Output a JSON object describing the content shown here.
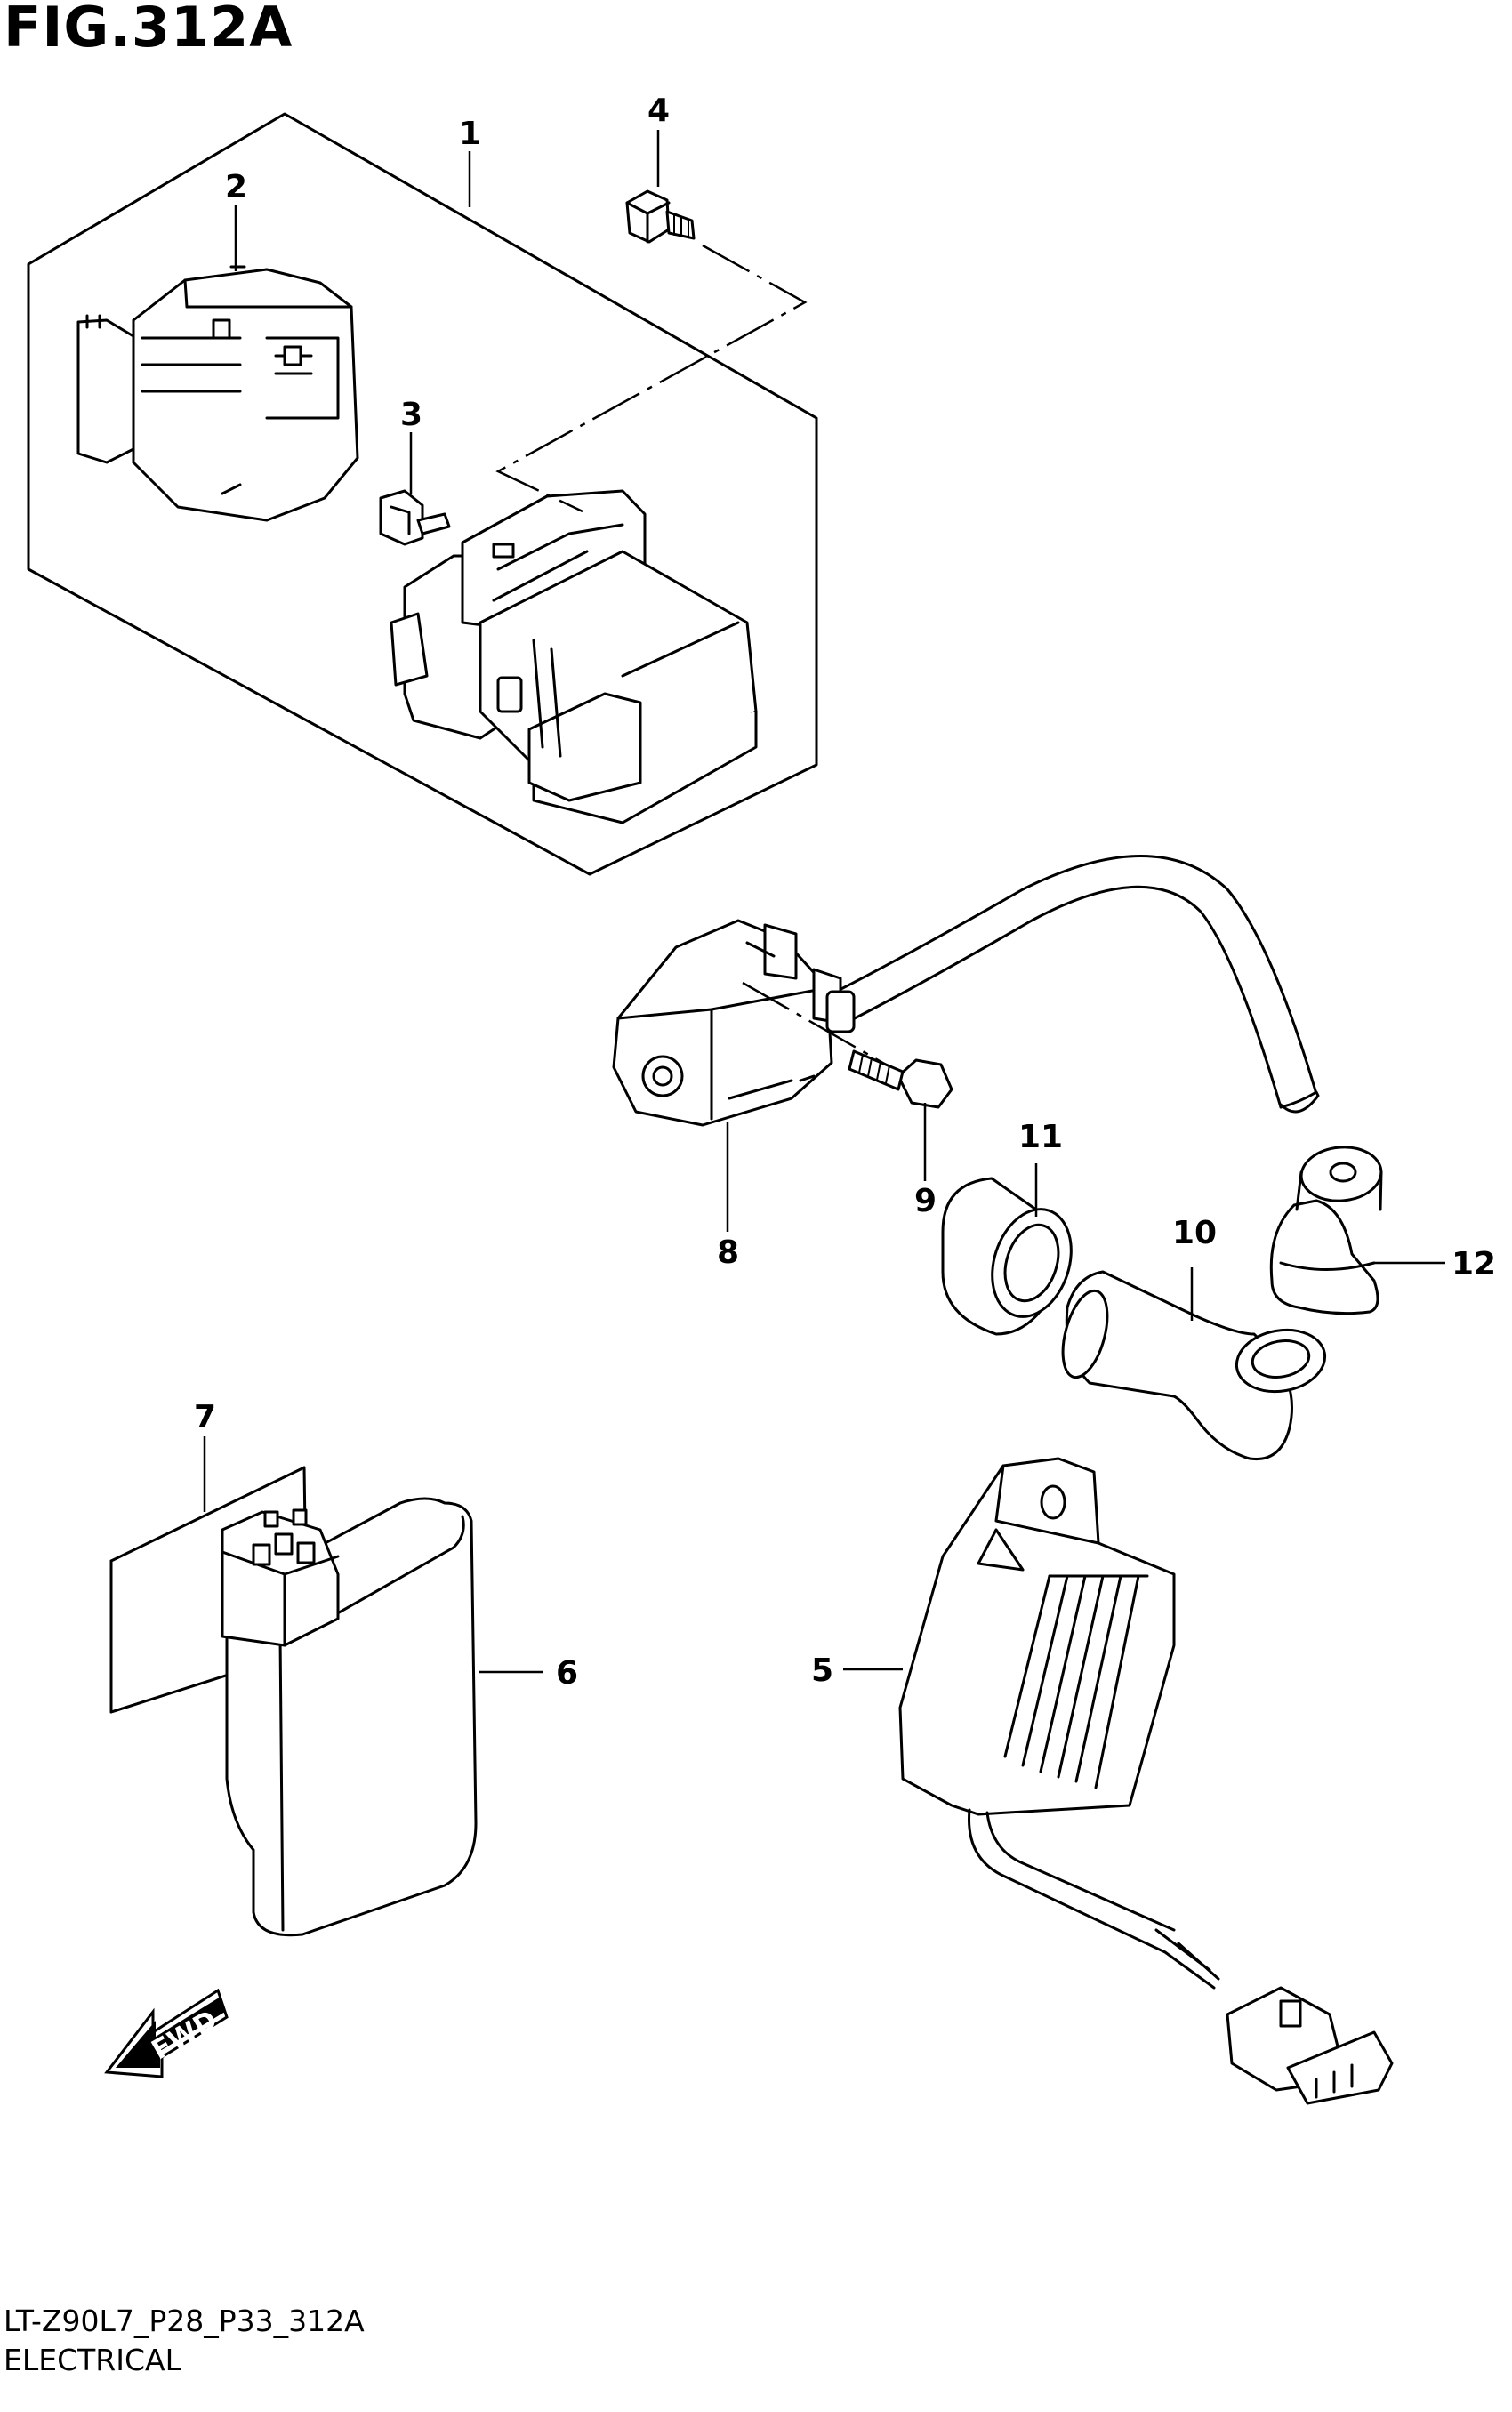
{
  "figure": {
    "title": "FIG.312A",
    "code": "LT-Z90L7_P28_P33_312A",
    "name": "ELECTRICAL"
  },
  "callouts": {
    "c1": "1",
    "c2": "2",
    "c3": "3",
    "c4": "4",
    "c5": "5",
    "c6": "6",
    "c7": "7",
    "c8": "8",
    "c9": "9",
    "c10": "10",
    "c11": "11",
    "c12": "12"
  },
  "direction": {
    "label": "FWD"
  },
  "icons": {
    "relay_assembly": "starter-relay-icon",
    "relay_cover": "relay-cover-icon",
    "fuse": "fuse-icon",
    "bolt": "bolt-icon",
    "regulator": "regulator-rectifier-icon",
    "cdi_unit": "cdi-unit-icon",
    "cushion": "cushion-pad-icon",
    "ignition_coil": "ignition-coil-icon",
    "coil_screw": "screw-icon",
    "plug_cap": "spark-plug-cap-icon",
    "seal": "seal-ring-icon",
    "cap_cover": "cap-cover-icon",
    "fwd_arrow": "forward-arrow-icon"
  }
}
